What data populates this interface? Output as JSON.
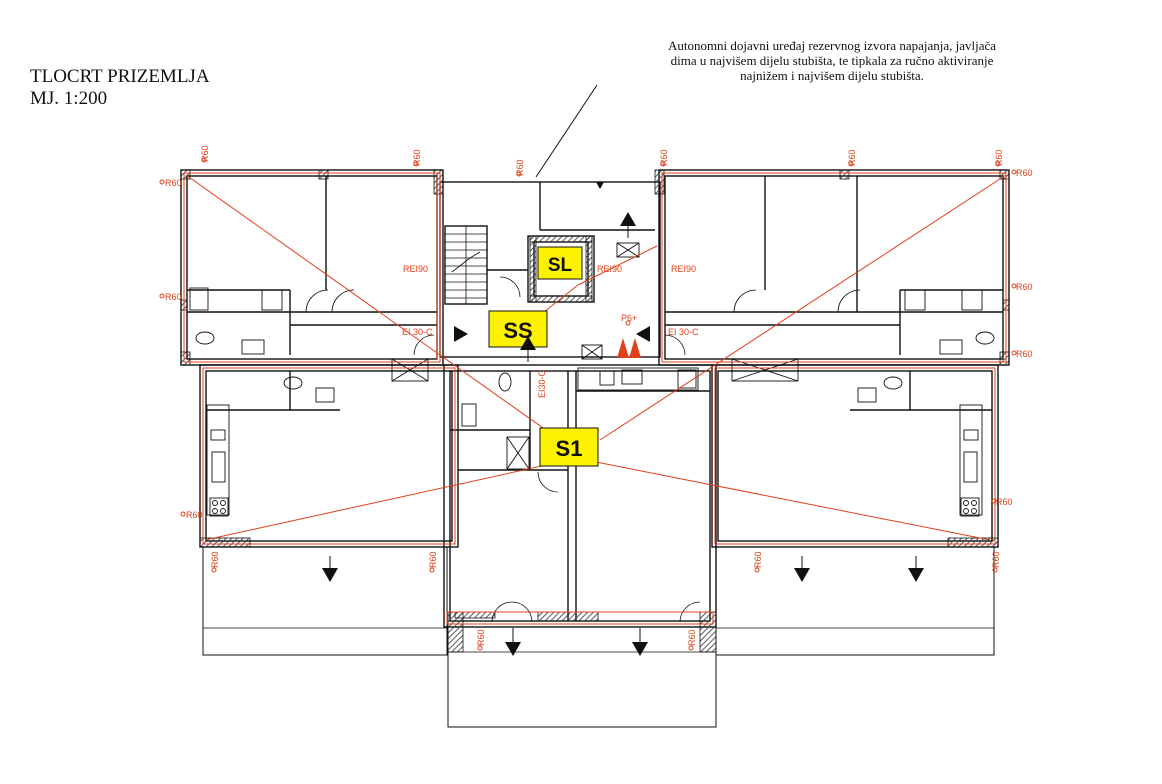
{
  "drawing": {
    "title_line1": "TLOCRT PRIZEMLJA",
    "title_line2": "MJ. 1:200",
    "note_line1": "Autonomni dojavni uređaj rezervnog izvora napajanja, javljača",
    "note_line2": "dima u najvišem dijelu stubišta, te tipkala za ručno aktiviranje",
    "note_line3": "najnižem i najvišem dijelu stubišta."
  },
  "labels": {
    "sl": "SL",
    "ss": "SS",
    "s1": "S1"
  },
  "fire_ratings": {
    "r60": "R60",
    "rei90": "REI90",
    "ei30c": "EI 30-C",
    "ei30c_v": "EI30-C",
    "p6": "P6+"
  },
  "colors": {
    "wall": "#111111",
    "fire_line": "#e0401a",
    "label_fill": "#fff200",
    "hatch": "#555555"
  },
  "icons": {
    "door_arrow": "arrow-down-icon",
    "hydrant": "hydrant-cone-icon",
    "exit": "exit-arrow-icon"
  }
}
